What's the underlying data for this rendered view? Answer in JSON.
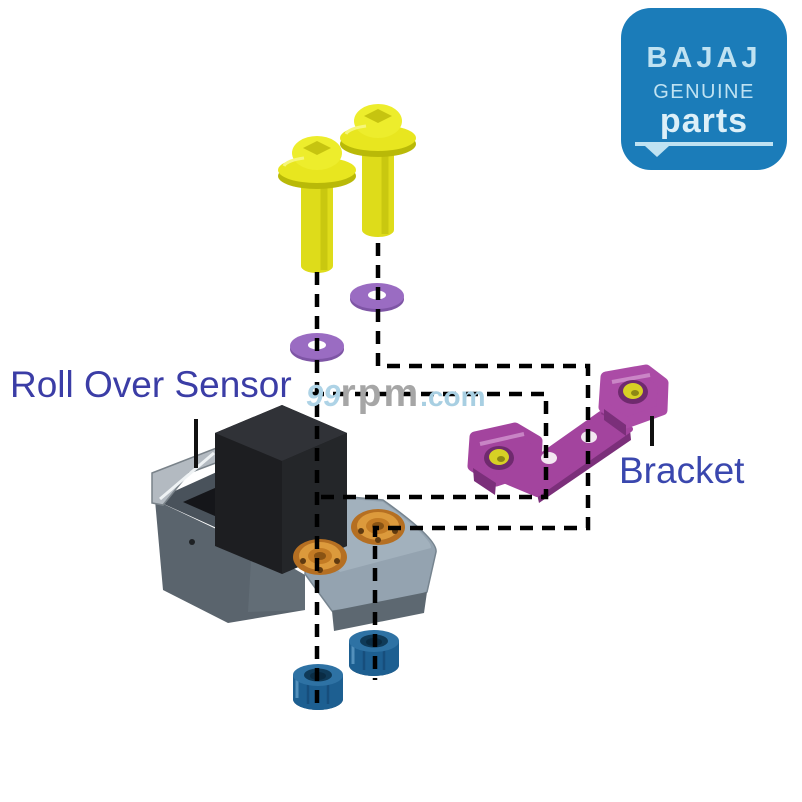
{
  "canvas": {
    "background": "#ffffff"
  },
  "labels": {
    "roll_over_sensor": "Roll Over Sensor",
    "bracket": "Bracket",
    "label_color": "#3b3da6"
  },
  "watermark": {
    "prefix": "99",
    "mid": "rpm",
    "suffix": ".com"
  },
  "logo": {
    "line1": "BAJAJ",
    "line2": "GENUINE",
    "line3": "parts",
    "background": "#1b7cb9",
    "text_color": "#bfe2f2"
  },
  "parts": [
    {
      "id": "flange-bolt-left",
      "name": "Flange bolt",
      "color": "#e6e41c"
    },
    {
      "id": "flange-bolt-right",
      "name": "Flange bolt",
      "color": "#e6e41c"
    },
    {
      "id": "washer-left",
      "name": "Washer",
      "color": "#9a6cc2"
    },
    {
      "id": "washer-right",
      "name": "Washer",
      "color": "#9a6cc2"
    },
    {
      "id": "roll-over-sensor",
      "name": "Roll Over Sensor",
      "color": "#8d9aa6"
    },
    {
      "id": "bracket",
      "name": "Bracket",
      "color": "#a3449e"
    },
    {
      "id": "nut-left",
      "name": "Nut",
      "color": "#1f5f90"
    },
    {
      "id": "nut-right",
      "name": "Nut",
      "color": "#1f5f90"
    }
  ],
  "line_style": {
    "dash_color": "#000000",
    "leader_color": "#111111"
  }
}
